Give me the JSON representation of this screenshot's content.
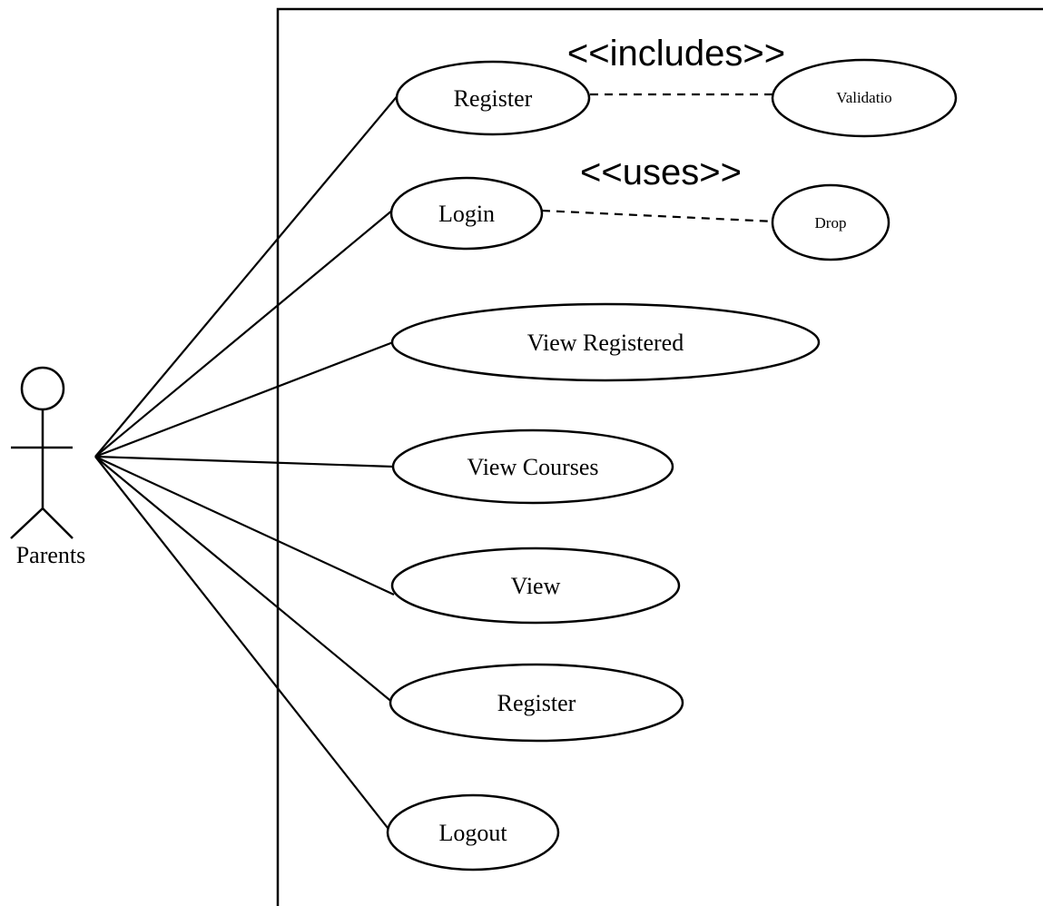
{
  "actor": {
    "label": "Parents"
  },
  "use_cases": [
    {
      "id": "register",
      "label": "Register"
    },
    {
      "id": "login",
      "label": "Login"
    },
    {
      "id": "view-registered",
      "label": "View Registered"
    },
    {
      "id": "view-courses",
      "label": "View Courses"
    },
    {
      "id": "view",
      "label": "View"
    },
    {
      "id": "register-2",
      "label": "Register"
    },
    {
      "id": "logout",
      "label": "Logout"
    }
  ],
  "extensions": [
    {
      "id": "validation",
      "label": "Validatio"
    },
    {
      "id": "drop",
      "label": "Drop"
    }
  ],
  "relations": [
    {
      "id": "includes",
      "label": "<<includes>>"
    },
    {
      "id": "uses",
      "label": "<<uses>>"
    }
  ],
  "colors": {
    "stroke": "#000000",
    "background": "#ffffff"
  }
}
